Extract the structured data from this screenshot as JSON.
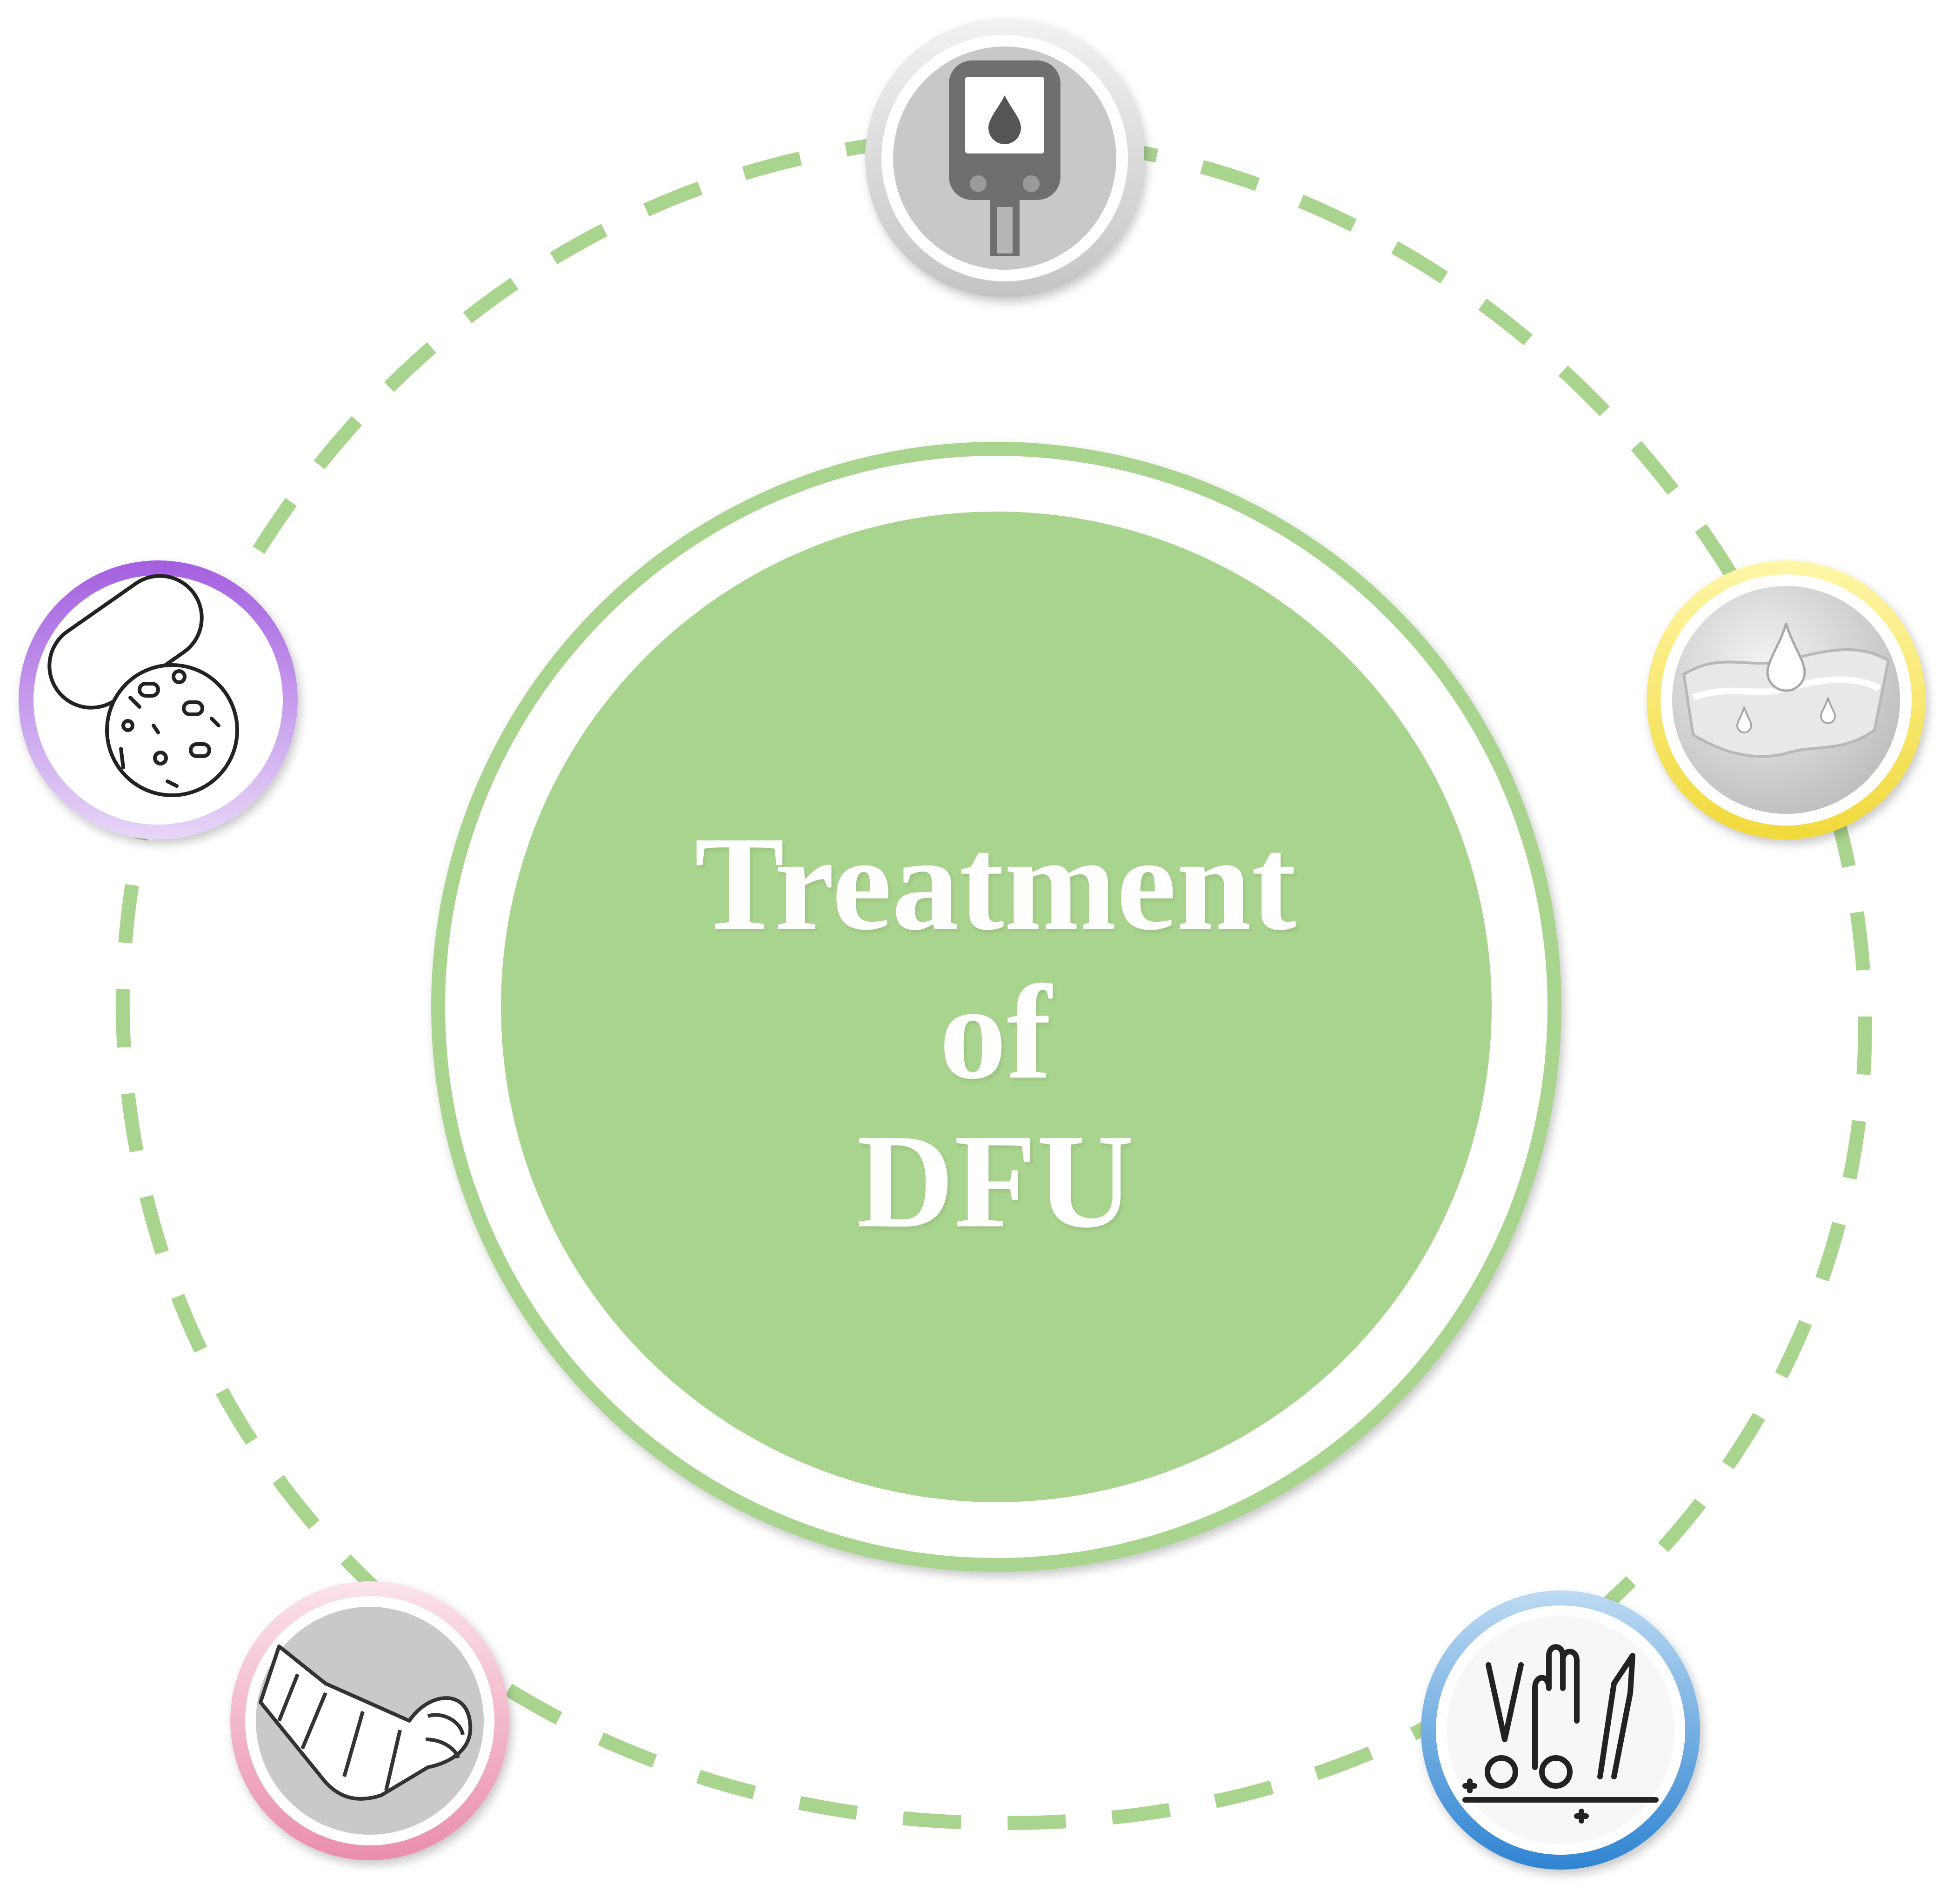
{
  "center": {
    "line1": "Treatment",
    "line2": "of",
    "line3": "DFU"
  },
  "colors": {
    "green": "#a9d48e",
    "purple": "#b57be0",
    "yellow": "#f2de45",
    "pink": "#ee9fb8",
    "blue": "#3f8fd6",
    "icon_gray": "#c9c9c9"
  },
  "nodes": [
    {
      "name": "glucose-meter-node",
      "icon": "glucose-meter-icon",
      "ring": "gray"
    },
    {
      "name": "dressing-node",
      "icon": "moisture-dressing-icon",
      "ring": "yellow"
    },
    {
      "name": "debridement-node",
      "icon": "surgical-tools-icon",
      "ring": "blue"
    },
    {
      "name": "offloading-node",
      "icon": "foot-cast-icon",
      "ring": "pink"
    },
    {
      "name": "infection-control-node",
      "icon": "pill-bacteria-icon",
      "ring": "purple"
    }
  ]
}
